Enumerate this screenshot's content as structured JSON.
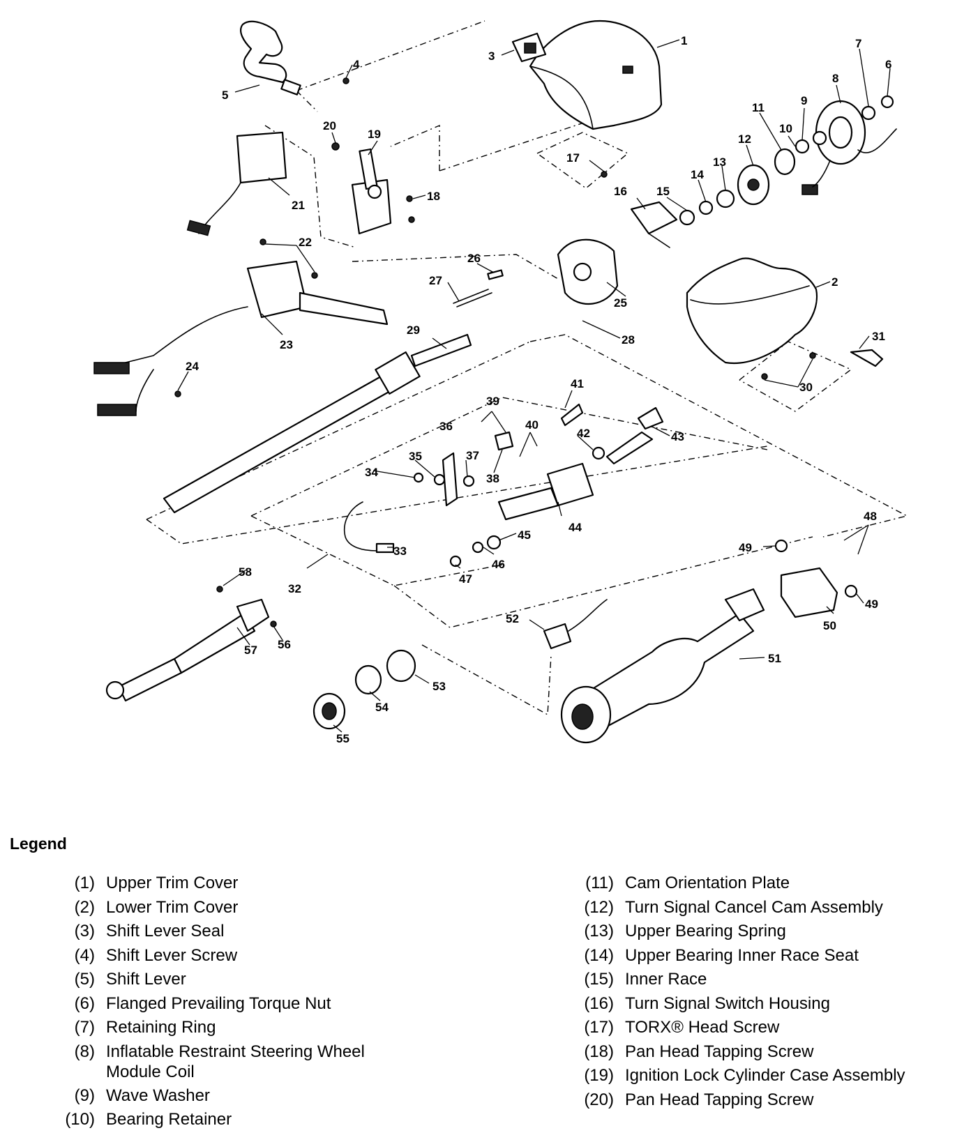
{
  "legend": {
    "title": "Legend",
    "items": [
      {
        "num": "(1)",
        "name": "Upper Trim Cover"
      },
      {
        "num": "(2)",
        "name": "Lower Trim Cover"
      },
      {
        "num": "(3)",
        "name": "Shift Lever Seal"
      },
      {
        "num": "(4)",
        "name": "Shift Lever Screw"
      },
      {
        "num": "(5)",
        "name": "Shift Lever"
      },
      {
        "num": "(6)",
        "name": "Flanged Prevailing Torque Nut"
      },
      {
        "num": "(7)",
        "name": "Retaining Ring"
      },
      {
        "num": "(8)",
        "name": "Inflatable Restraint Steering Wheel\nModule Coil"
      },
      {
        "num": "(9)",
        "name": "Wave Washer"
      },
      {
        "num": "(10)",
        "name": "Bearing Retainer"
      },
      {
        "num": "(11)",
        "name": "Cam Orientation Plate"
      },
      {
        "num": "(12)",
        "name": "Turn Signal Cancel Cam Assembly"
      },
      {
        "num": "(13)",
        "name": "Upper Bearing Spring"
      },
      {
        "num": "(14)",
        "name": "Upper Bearing Inner Race Seat"
      },
      {
        "num": "(15)",
        "name": "Inner Race"
      },
      {
        "num": "(16)",
        "name": "Turn Signal Switch Housing"
      },
      {
        "num": "(17)",
        "name": "TORX® Head Screw"
      },
      {
        "num": "(18)",
        "name": "Pan Head Tapping Screw"
      },
      {
        "num": "(19)",
        "name": "Ignition Lock Cylinder Case Assembly"
      },
      {
        "num": "(20)",
        "name": "Pan Head Tapping Screw"
      }
    ]
  },
  "callouts": [
    "1",
    "2",
    "3",
    "4",
    "5",
    "6",
    "7",
    "8",
    "9",
    "10",
    "11",
    "12",
    "13",
    "14",
    "15",
    "16",
    "17",
    "18",
    "19",
    "20",
    "21",
    "22",
    "23",
    "24",
    "25",
    "26",
    "27",
    "28",
    "29",
    "30",
    "31",
    "32",
    "33",
    "34",
    "35",
    "36",
    "37",
    "38",
    "39",
    "40",
    "41",
    "42",
    "43",
    "44",
    "45",
    "46",
    "47",
    "48",
    "49",
    "49",
    "50",
    "51",
    "52",
    "53",
    "54",
    "55",
    "56",
    "57",
    "58"
  ]
}
